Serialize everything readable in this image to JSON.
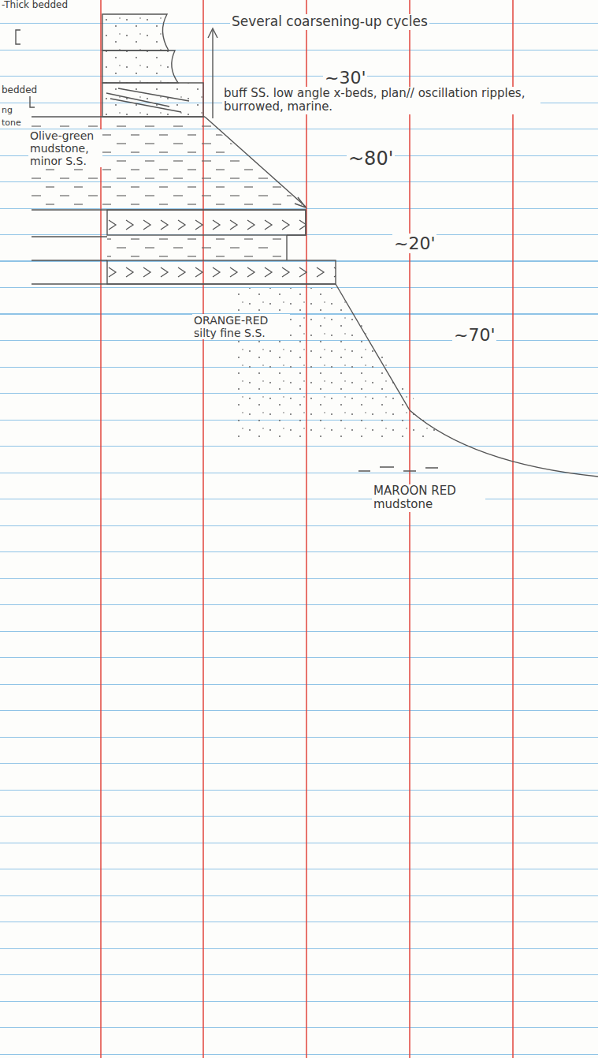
{
  "diagram": {
    "labels": [
      "-Thick bedded",
      "bedded",
      "ng",
      "tone",
      "Several coarsening-up cycles",
      "~30'",
      "buff SS. low angle x-beds, plan// oscillation ripples, burrowed, marine.",
      "Olive-green mudstone, minor S.S.",
      "~80'",
      "~20'",
      "ORANGE-RED silty fine S.S.",
      "~70'",
      "MAROON RED mudstone"
    ]
  }
}
